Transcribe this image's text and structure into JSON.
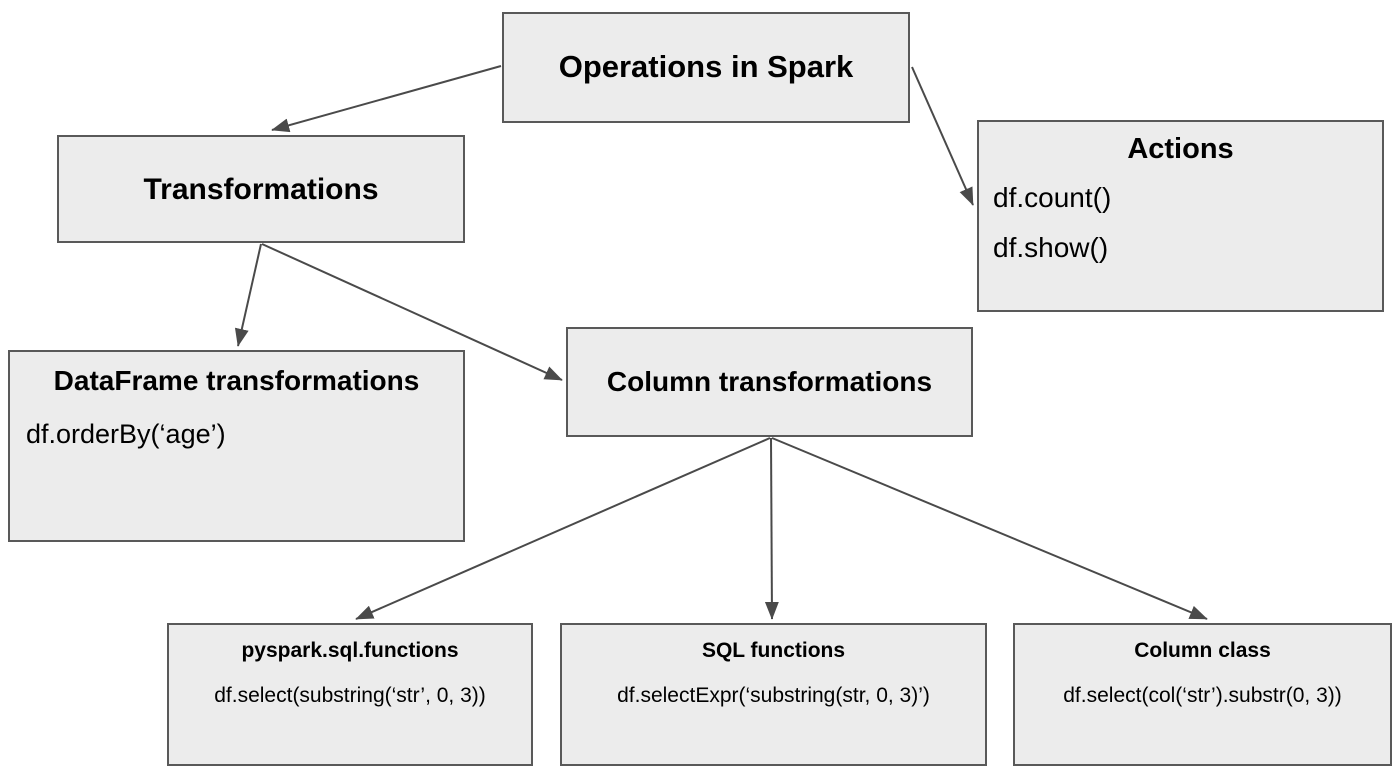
{
  "diagram": {
    "title": "Operations in Spark",
    "type": "flowchart",
    "background_color": "#ffffff",
    "node_fill_color": "#ececec",
    "node_border_color": "#595959",
    "edge_color": "#4a4a4a",
    "text_color": "#000000",
    "nodes": {
      "root": {
        "label": "Operations in Spark",
        "lines": []
      },
      "actions": {
        "label": "Actions",
        "lines": [
          "df.count()",
          "df.show()"
        ]
      },
      "transformations": {
        "label": "Transformations",
        "lines": []
      },
      "df_transformations": {
        "label": "DataFrame transformations",
        "lines": [
          "df.orderBy(‘age’)"
        ]
      },
      "col_transformations": {
        "label": "Column transformations",
        "lines": []
      },
      "pyspark_functions": {
        "label": "pyspark.sql.functions",
        "lines": [
          "df.select(substring(‘str’, 0, 3))"
        ]
      },
      "sql_functions": {
        "label": "SQL functions",
        "lines": [
          "df.selectExpr(‘substring(str, 0, 3)’)"
        ]
      },
      "column_class": {
        "label": "Column class",
        "lines": [
          "df.select(col(‘str’).substr(0, 3))"
        ]
      }
    },
    "edges": [
      {
        "from": "root",
        "to": "transformations"
      },
      {
        "from": "root",
        "to": "actions"
      },
      {
        "from": "transformations",
        "to": "df_transformations"
      },
      {
        "from": "transformations",
        "to": "col_transformations"
      },
      {
        "from": "col_transformations",
        "to": "pyspark_functions"
      },
      {
        "from": "col_transformations",
        "to": "sql_functions"
      },
      {
        "from": "col_transformations",
        "to": "column_class"
      }
    ]
  }
}
